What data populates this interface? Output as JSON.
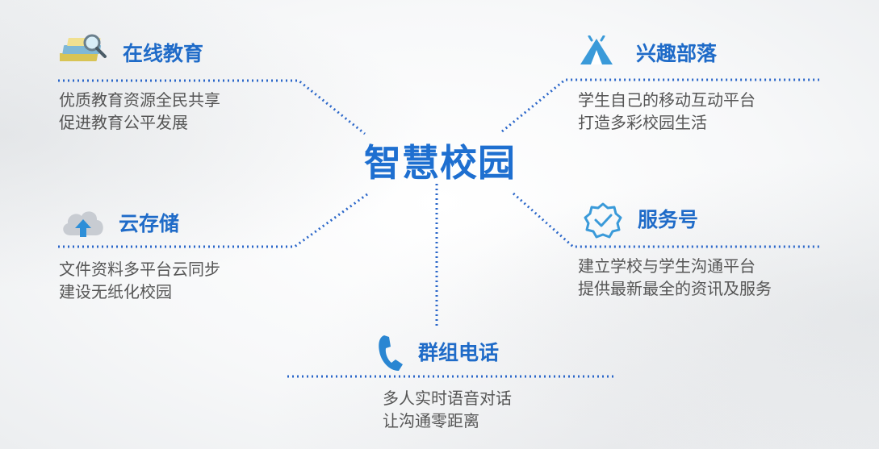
{
  "center": {
    "title": "智慧校园"
  },
  "nodes": [
    {
      "id": "online-education",
      "title": "在线教育",
      "icon": "books-magnifier-icon",
      "lines": [
        "优质教育资源全民共享",
        "促进教育公平发展"
      ]
    },
    {
      "id": "interest-tribe",
      "title": "兴趣部落",
      "icon": "tent-icon",
      "lines": [
        "学生自己的移动互动平台",
        "打造多彩校园生活"
      ]
    },
    {
      "id": "cloud-storage",
      "title": "云存储",
      "icon": "cloud-upload-icon",
      "lines": [
        "文件资料多平台云同步",
        "建设无纸化校园"
      ]
    },
    {
      "id": "service-account",
      "title": "服务号",
      "icon": "verified-badge-icon",
      "lines": [
        "建立学校与学生沟通平台",
        "提供最新最全的资讯及服务"
      ]
    },
    {
      "id": "group-call",
      "title": "群组电话",
      "icon": "phone-icon",
      "lines": [
        "多人实时语音对话",
        "让沟通零距离"
      ]
    }
  ],
  "colors": {
    "accent": "#1e6fd0",
    "title": "#1f6bc8",
    "text": "#555555",
    "dots": "#2a66c9"
  }
}
